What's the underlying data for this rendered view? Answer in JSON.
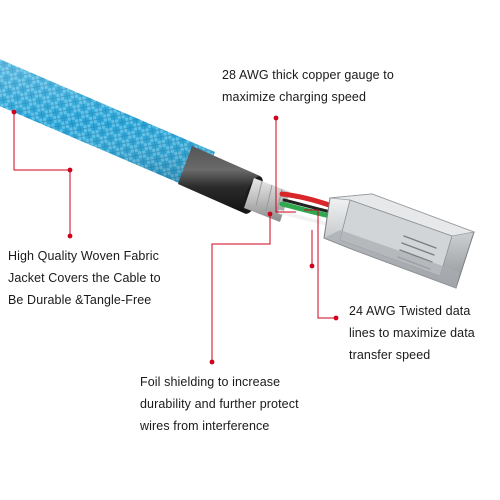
{
  "callouts": {
    "copper": {
      "lines": [
        "28 AWG thick copper gauge to",
        "maximize charging speed"
      ]
    },
    "jacket": {
      "lines": [
        "High Quality Woven Fabric",
        "Jacket Covers the Cable to",
        "Be Durable &Tangle-Free"
      ]
    },
    "data_lines": {
      "lines": [
        "24 AWG Twisted data",
        "lines to maximize data",
        "transfer speed"
      ]
    },
    "foil": {
      "lines": [
        "Foil shielding to increase",
        "durability and further protect",
        "wires from interference"
      ]
    }
  },
  "colors": {
    "cable_braid": "#2aa6d8",
    "cable_braid_dark": "#1b7fb0",
    "collar": "#2b2b2b",
    "connector_metal": "#c9ccce",
    "leader_line": "#d0021b",
    "wire_red": "#d9262a",
    "wire_green": "#2fa84f",
    "wire_white": "#f2f2f2"
  }
}
